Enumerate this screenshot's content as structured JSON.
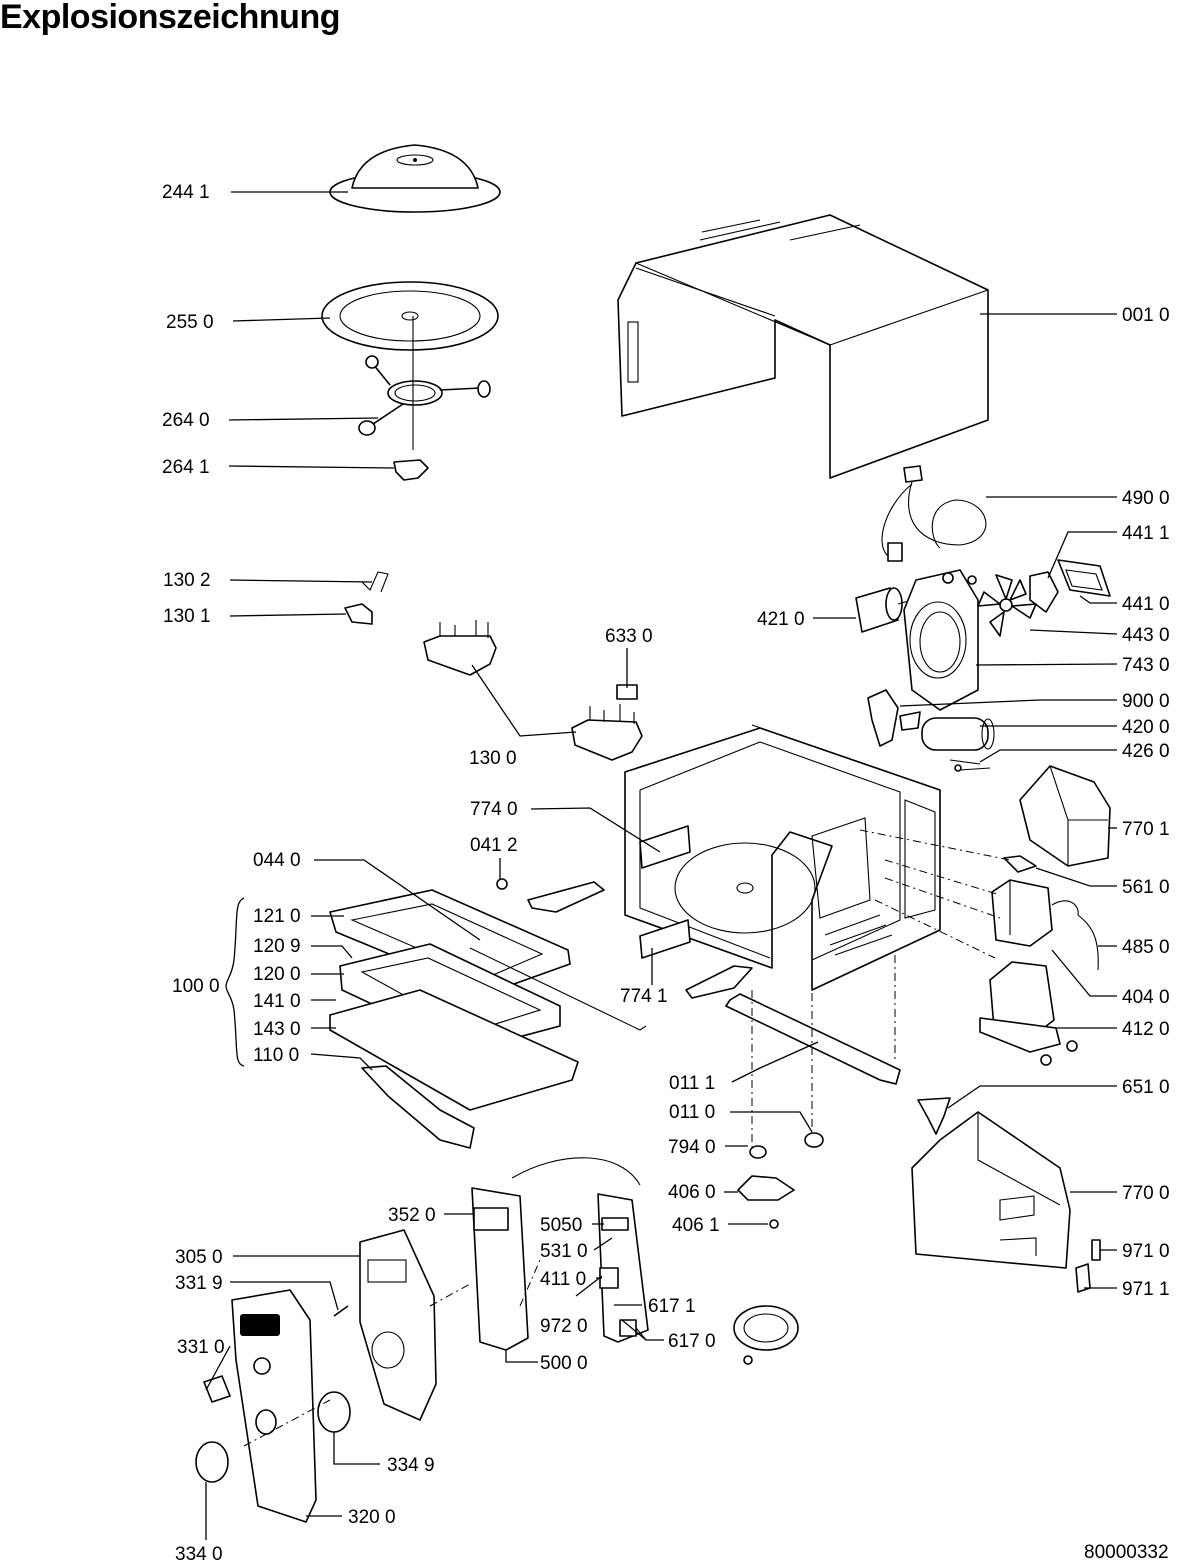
{
  "title": "Explosionszeichnung",
  "drawing_number": "80000332",
  "labels": {
    "l2441": "244 1",
    "l2550": "255 0",
    "l2640": "264 0",
    "l2641": "264 1",
    "l1302": "130 2",
    "l1301": "130 1",
    "l1300": "130 0",
    "l6330": "633 0",
    "l0010": "001 0",
    "l4900": "490 0",
    "l4411": "441 1",
    "l4410": "441 0",
    "l4210": "421 0",
    "l4430": "443 0",
    "l7430": "743 0",
    "l9000": "900 0",
    "l4200": "420 0",
    "l4260": "426 0",
    "l7740": "774 0",
    "l0412": "041 2",
    "l0440": "044 0",
    "l7701": "770 1",
    "l5610": "561 0",
    "l1210": "121 0",
    "l1209": "120 9",
    "l1200": "120 0",
    "l1000": "100 0",
    "l1410": "141 0",
    "l1430": "143 0",
    "l1100": "110 0",
    "l4850": "485 0",
    "l7741": "774 1",
    "l4040": "404 0",
    "l4120": "412 0",
    "l0111": "011 1",
    "l6510": "651 0",
    "l0110": "011 0",
    "l7940": "794 0",
    "l4060": "406 0",
    "l7700": "770 0",
    "l4061": "406 1",
    "l3520": "352 0",
    "l5050": "5050",
    "l5310": "531 0",
    "l3050": "305 0",
    "l4110": "411 0",
    "l9710": "971 0",
    "l3319": "331 9",
    "l9711": "971 1",
    "l9720": "972 0",
    "l6171": "617 1",
    "l3310": "331 0",
    "l5000": "500 0",
    "l6170": "617 0",
    "l3349": "334 9",
    "l3200": "320 0",
    "l3340": "334 0"
  }
}
